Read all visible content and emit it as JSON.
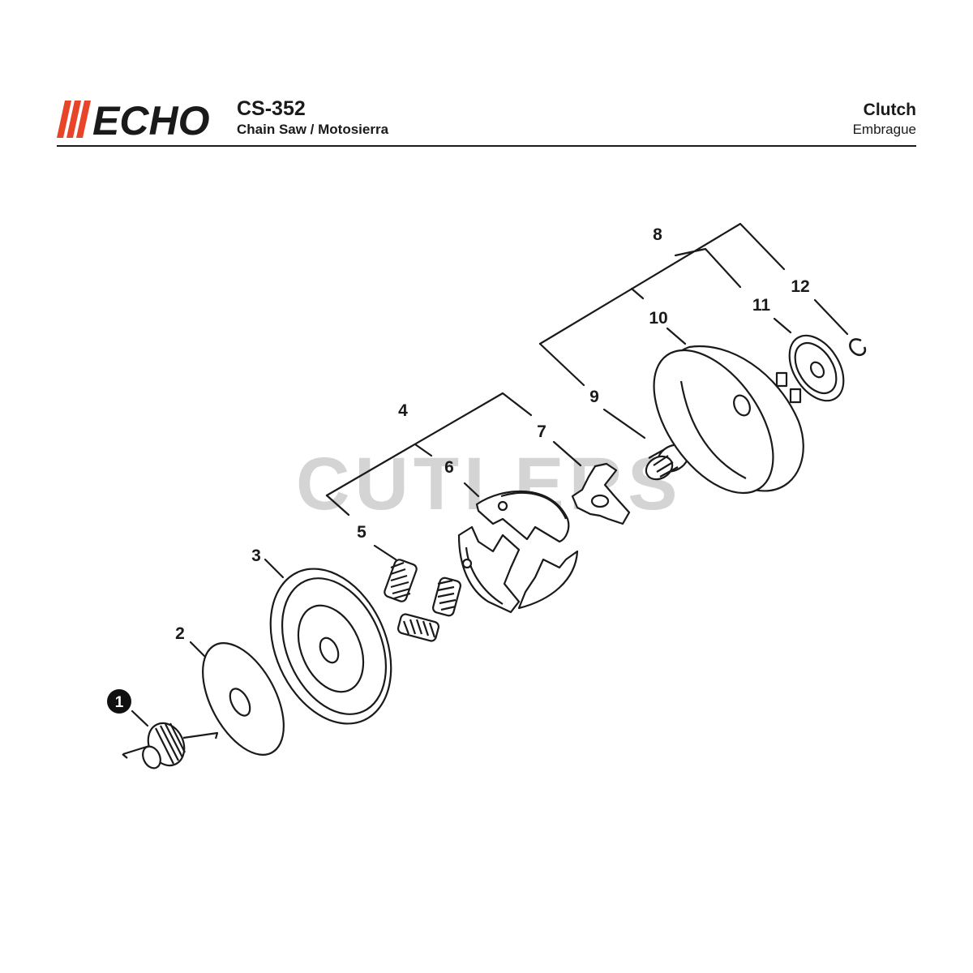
{
  "header": {
    "brand": "ECHO",
    "model": "CS-352",
    "subtitle": "Chain Saw / Motosierra",
    "section_title": "Clutch",
    "section_subtitle": "Embrague"
  },
  "watermark": "CUTLERS",
  "callouts": [
    "1",
    "2",
    "3",
    "4",
    "5",
    "6",
    "7",
    "8",
    "9",
    "10",
    "11",
    "12"
  ],
  "colors": {
    "brand": "#e8442a",
    "ink": "#1a1a1a",
    "watermark": "#d4d4d4"
  }
}
